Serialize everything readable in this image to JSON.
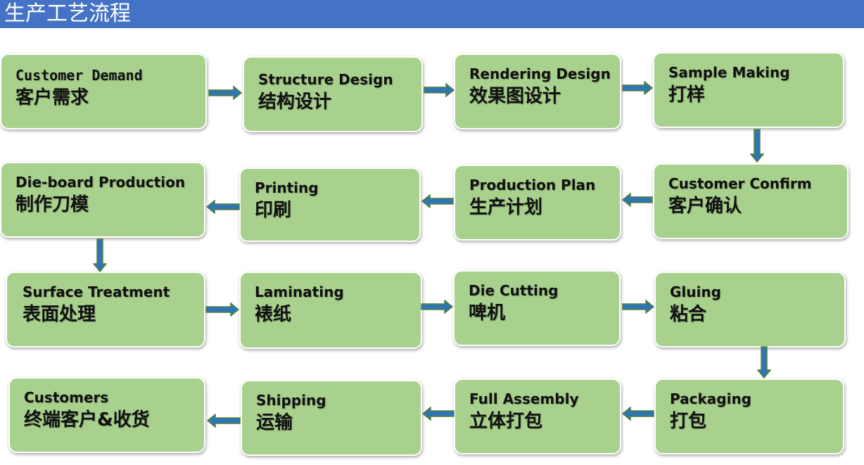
{
  "title": "生产工艺流程",
  "colors": {
    "title_bar": "#4472c4",
    "box_fill": "#a9d18e",
    "arrow_fill": "#2e75b6",
    "arrow_stroke": "#548235"
  },
  "steps": [
    {
      "en": "Customer  Demand",
      "zh": "客户需求"
    },
    {
      "en": "Structure Design",
      "zh": "结构设计"
    },
    {
      "en": "Rendering Design",
      "zh": "效果图设计"
    },
    {
      "en": "Sample Making",
      "zh": "打样"
    },
    {
      "en": "Customer Confirm",
      "zh": "客户确认"
    },
    {
      "en": "Production Plan",
      "zh": "生产计划"
    },
    {
      "en": "Printing",
      "zh": "印刷"
    },
    {
      "en": "Die-board Production",
      "zh": "制作刀模"
    },
    {
      "en": "Surface Treatment",
      "zh": "表面处理"
    },
    {
      "en": "Laminating",
      "zh": "裱纸"
    },
    {
      "en": "Die Cutting",
      "zh": "啤机"
    },
    {
      "en": "Gluing",
      "zh": "粘合"
    },
    {
      "en": "Packaging",
      "zh": "打包"
    },
    {
      "en": "Full Assembly",
      "zh": "立体打包"
    },
    {
      "en": "Shipping",
      "zh": "运输"
    },
    {
      "en": "Customers",
      "zh": "终端客户&收货"
    }
  ]
}
